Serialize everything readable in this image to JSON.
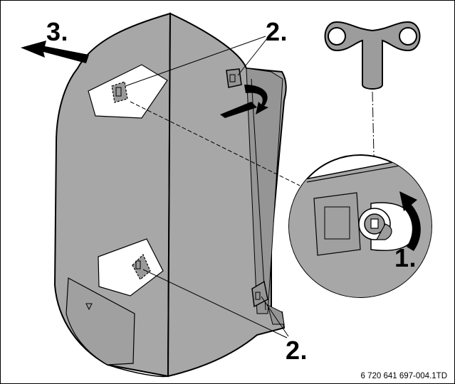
{
  "diagram": {
    "step_labels": {
      "step_1": "1.",
      "step_2_top": "2.",
      "step_2_bottom": "2.",
      "step_3": "3."
    },
    "figure_code": "6 720 641 697-004.1TD",
    "colors": {
      "housing_fill": "#a7a7a7",
      "housing_shade": "#959595",
      "callout_fill": "#ffffff",
      "outline": "#000000",
      "key_fill": "#9c9c9c",
      "arrow_fill": "#000000"
    },
    "icons": [
      "removal-arrow-icon",
      "rotate-arrow-icon",
      "service-key-icon",
      "latch-lock-icon"
    ]
  }
}
